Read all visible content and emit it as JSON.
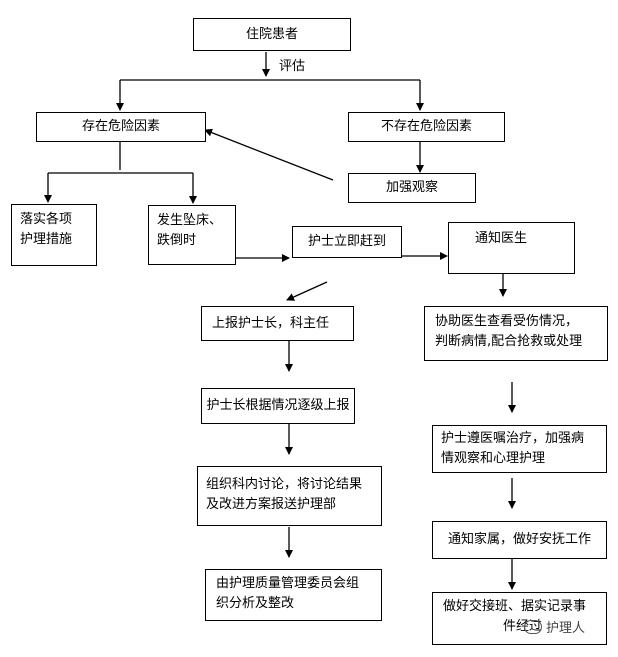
{
  "nodes": {
    "inpatient": "住院患者",
    "assess": "评估",
    "risk": "存在危险因素",
    "no_risk": "不存在危险因素",
    "observe": "加强观察",
    "measures_1": "落实各项",
    "measures_2": "护理措施",
    "fall_1": "发生坠床、",
    "fall_2": "跌倒时",
    "nurse_rush": "护士立即赶到",
    "notify_doctor": "通知医生",
    "report_head": "上报护士长，科主任",
    "assist_1": "协助医生查看受伤情况，",
    "assist_2": "判断病情,配合抢救或处理",
    "escalate": "护士长根据情况逐级上报",
    "treat_1": "护士遵医嘱治疗，加强病",
    "treat_2": "情观察和心理护理",
    "discuss_1": "组织科内讨论，将讨论结果",
    "discuss_2": "及改进方案报送护理部",
    "family": "通知家属，做好安抚工作",
    "committee_1": "由护理质量管理委员会组",
    "committee_2": "织分析及整改",
    "handover_1": "做好交接班、据实记录事",
    "handover_2": "件经过"
  },
  "watermark": "护理人"
}
